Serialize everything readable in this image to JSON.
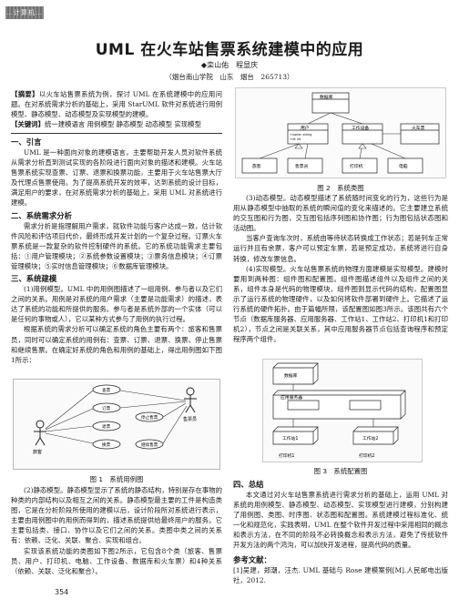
{
  "header_tag": "…计算机…",
  "title": "UML 在火车站售票系统建模中的应用",
  "authors": "◆栾山佑　程显庆",
  "affiliation": "（烟台南山学院　山东　烟台　265713）",
  "abstract": {
    "label": "【摘要】",
    "text": "以火车站售票系统为例，探讨 UML 在系统建模中的应用问题。在对系统需求分析的基础上，采用 StarUML 软件对系统进行用例模型、静态模型、动态模型及实现模型的建模。"
  },
  "keywords": {
    "label": "【关键词】",
    "text": "统一建模语言 用例模型 静态模型 动态模型 实现模型"
  },
  "left_sections": [
    {
      "heading": "一、引言",
      "paragraphs": [
        "UML 是一种面向对象的建模语言，主要帮助开发人员对软件系统从需求分析直到测试实现的各阶段进行面向对象的描述和建模。火车站售票系统实现查票、订票、退票和换票功能，主要用于火车站售票大厅及代理点售票使用。为了提高系统开发的效率，达到系统的设计目标，满足用户的要求，在对系统需求分析的基础上，采用 UML 对系统进行建模。"
      ]
    },
    {
      "heading": "二、系统需求分析",
      "paragraphs": [
        "需求分析是指理解用户需求，就软件功能与客户达成一致，估计软件风险和评估项目代价，最终形成开发计划的一个复杂过程。订票火车票系统是一款复杂的软件控制硬件的系统。它的系统功能需求主要包括：①用户管理模块；②系统参数设置模块；③票务信息模块；④订票管理模块；⑤实时信息管理模块；⑥数据库管理模块。"
      ]
    },
    {
      "heading": "三、系统建模",
      "paragraphs": [
        "(1)用例模型。UML 中的用例图描述了一组用例、参与者以及它们之间的关系。用例是对系统的用户需求（主要是功能需求）的描述，表达了系统的功能和所提供的服务。参与者是系统外部的一个实体（可以是任何的事物或人），它以某种方式参与了用例的执行过程。",
        "根据系统的需求分析可以确定系统的角色主要有两个：旅客和售票员，同时可以确定系统的用例有：查票、订票、退票、换票、停止售票和继续售票。在确定好系统的角色和用例的基础上，得出用例图如下图1所示："
      ]
    }
  ],
  "left_bottom_paragraphs": [
    "(2)静态模型。静态模型显示了系统的静态结构，特别是存在事物的种类的内部结构以及相互之间的关系。静态模型最主要的工件是构造类图，它是在分析阶段所使用的建模以后，设计阶段所对系统进行表示，主要由用例图中的用例而得到的，描述系统提供给最终用户的服务。它主要包括类、接口、协作以及它们之间的关系。类图中类之间的关系有：依赖、泛化、关联、聚合、实现和组合。",
    "实现该系统功能的类图如下图2所示，它包含8个类（旅客、售票员、用户、打印机、电脑、工作设备、数据库和火车票）和4种关系（依赖、关联、泛化和聚合）。"
  ],
  "fig1_caption": "图 1　系统用例图",
  "fig2_caption": "图 2　系统类图",
  "fig3_caption": "图 3　系统配置图",
  "fig1": {
    "actors": [
      "旅客",
      "售票员"
    ],
    "usecases": [
      "查票",
      "订票",
      "退票",
      "换票",
      "停止售票",
      "继续售票"
    ]
  },
  "fig2": {
    "classes": [
      "数据库",
      "用户",
      "工作设备",
      "火车票",
      "旅客",
      "售票员",
      "打印机",
      "电脑"
    ],
    "attrs": [
      "+name: string",
      "+id: int"
    ]
  },
  "fig3": {
    "nodes": [
      "数据库",
      "应用服务器",
      "工作站1",
      "工作站2",
      "打印机1",
      "打印机2"
    ]
  },
  "right_top_paragraphs": [
    "(3)动态模型。动态模型描述了系统随时间变化的行为，这些行为是用从静态模型中抽取的系统的瞬间值的变化来描述的。它主要建立系统的交互图和行为图，交互图包括序列图和协作图；行为图包括状态图和活动图。",
    "当客户查询车次时，系统由等待状态转换成工作状态；若是列车正常运行并且有余票，客户可以预定车票，若是预定成功，系统将进行自身转换，修改车票信息。",
    "(4)实现模型。火车站售票系统的物理方面建模是实现模型。建模时要用到两种图：组件图和配置图。组件图描述组件以及组件之间的关系，组件本身是代码的物理模块，组件图则显示代码的结构，配置图显示了运行系统的物理硬件，以及如何将软件部署到硬件上。它描述了运行系统的硬件拓扑。由于篇幅所限，该配置图如图3所示。该图共有六个节点（数据库服务器、应用服务器、工作站1、工作站2、打印机1和打印机2），节点之间是关联关系，其中应用服务器节点包括查询程序和预定程序两个组件。"
  ],
  "conclusion_heading": "四、总结",
  "conclusion_text": "本文通过对火车站售票系统进行需求分析的基础上，运用 UML 对系统的用例模型、静态模型、动态模型、实现模型进行建模，分别构建了用例图、类图、时序图、状态图和配置图。系统建模过程标准化、统一化和规范化，实践表明，UML 在整个软件开发过程中采用相同的概念和表示方法，在不同的阶段不必转换概念和表示方法，避免了传统软件开发方法的两个鸿沟，可以加快开发进程，提高代码的质量。",
  "references_heading": "参考文献：",
  "references": [
    "[1]吴建，郑潮，汪杰. UML 基础与 Rose 建模案例[M].人民邮电出版社，2012."
  ],
  "page_number": "354"
}
